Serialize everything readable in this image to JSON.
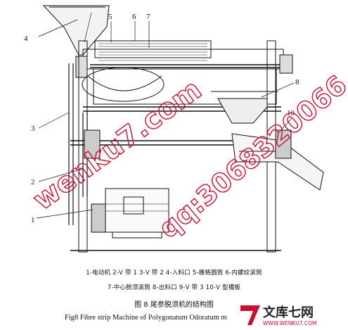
{
  "figure": {
    "part_labels": [
      "1",
      "2",
      "3",
      "4",
      "5",
      "6",
      "7",
      "8",
      "10"
    ],
    "legend_line1": "1-电动机  2-V 带 1  3-V 带 2  4-入料口  5-栅格圆筒  6-内螺纹滚筒",
    "legend_line2": "7-中心脱须滚筒  8-出料口  9-V 带 3  10-V 型槽板",
    "caption_cn": "图 8   尾参脱须机的结构图",
    "caption_en": "Fig8    Fibre strip Machine of Polygonatum Odoratum m"
  },
  "watermark": {
    "left_text": "wenku7.com",
    "right_text": "qq:3068320066",
    "color": "#c8102e"
  },
  "site_logo": {
    "cn_text": "文库七网",
    "domain": "WWW.WENKU7.COM",
    "color": "#c8102e"
  }
}
